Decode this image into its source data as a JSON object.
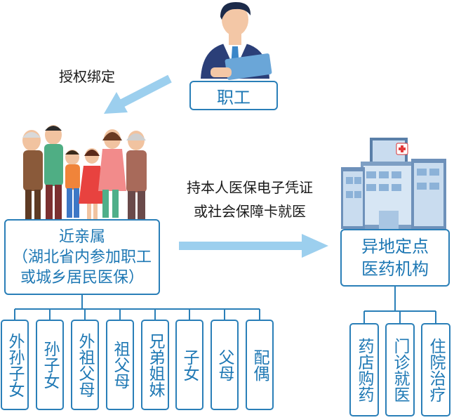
{
  "staff": {
    "label": "职工"
  },
  "auth_label": "授权绑定",
  "relatives": {
    "line1": "近亲属",
    "line2": "（湖北省内参加职工",
    "line3": "或城乡居民医保）"
  },
  "caption": {
    "line1": "持本人医保电子凭证",
    "line2": "或社会保障卡就医"
  },
  "hospital": {
    "line1": "异地定点",
    "line2": "医药机构"
  },
  "relatives_list": [
    "外孙子女",
    "孙子女",
    "外祖父母",
    "祖父母",
    "兄弟姐妹",
    "子女",
    "父母",
    "配偶"
  ],
  "services_list": [
    "药店购药",
    "门诊就医",
    "住院治疗"
  ],
  "colors": {
    "box_border": "#2a7fb8",
    "text_blue": "#1e78b4",
    "arrow": "#9ccfee"
  }
}
